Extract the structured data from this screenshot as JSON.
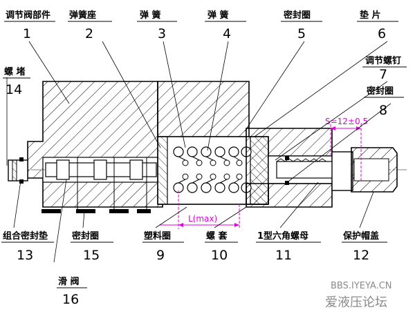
{
  "labels": [
    {
      "num": "1",
      "text": "调节阀部件"
    },
    {
      "num": "2",
      "text": "弹簧座"
    },
    {
      "num": "3",
      "text": "弹 簧"
    },
    {
      "num": "4",
      "text": "弹 簧"
    },
    {
      "num": "5",
      "text": "密封圈"
    },
    {
      "num": "6",
      "text": "垫 片"
    },
    {
      "num": "7",
      "text": "调节螺钉"
    },
    {
      "num": "8",
      "text": "密封圈"
    },
    {
      "num": "9",
      "text": "塑料圈"
    },
    {
      "num": "10",
      "text": "螺 套"
    },
    {
      "num": "11",
      "text": "1型六角螺母"
    },
    {
      "num": "12",
      "text": "保护帽盖"
    },
    {
      "num": "13",
      "text": "组合密封垫"
    },
    {
      "num": "14",
      "text": "螺 堵"
    },
    {
      "num": "15",
      "text": "密封圈"
    },
    {
      "num": "16",
      "text": "滑 阀"
    }
  ],
  "dimensions": {
    "stroke": "S=12±0.5",
    "length": "L(max)"
  },
  "watermark": {
    "url": "BBS.IYEYA.CN",
    "site": "爱液压论坛"
  },
  "colors": {
    "line": "#000000",
    "dimension": "#e000e0",
    "watermark": "#8a8a8a"
  }
}
